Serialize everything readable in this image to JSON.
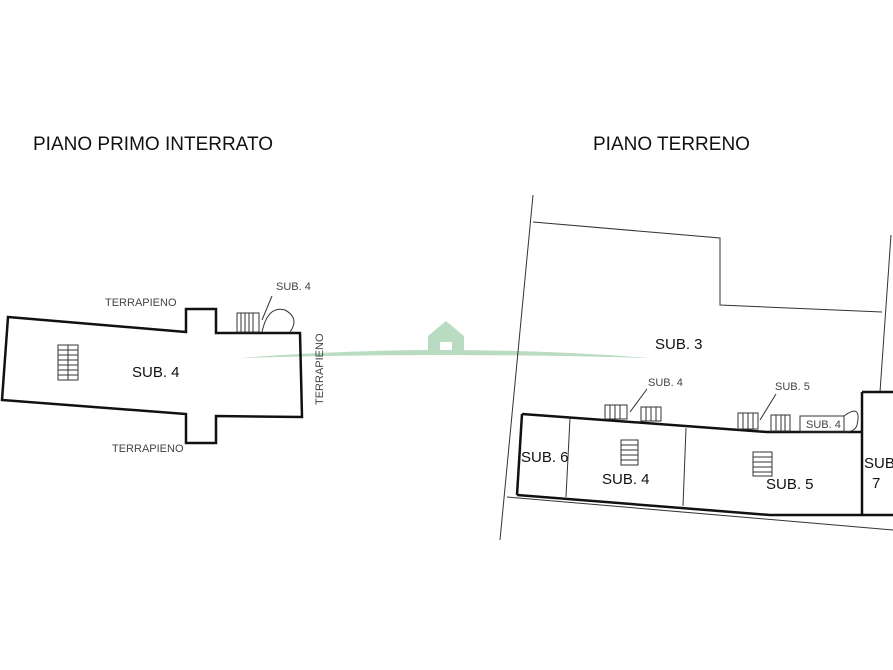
{
  "titles": {
    "left": "PIANO PRIMO INTERRATO",
    "right": "PIANO TERRENO"
  },
  "left_plan": {
    "main_label": "SUB. 4",
    "stair_label": "SUB. 4",
    "terrapieno_top": "TERRAPIENO",
    "terrapieno_bottom": "TERRAPIENO",
    "terrapieno_right": "TERRAPIENO"
  },
  "right_plan": {
    "courtyard": "SUB. 3",
    "stair_label_a": "SUB. 4",
    "stair_label_b": "SUB. 5",
    "small_box": "SUB. 4",
    "unit_6": "SUB. 6",
    "unit_4": "SUB. 4",
    "unit_5": "SUB. 5",
    "unit_7_line1": "SUB",
    "unit_7_line2": "7"
  },
  "watermark": {
    "icon": "house-logo",
    "color": "#8cc49a"
  }
}
